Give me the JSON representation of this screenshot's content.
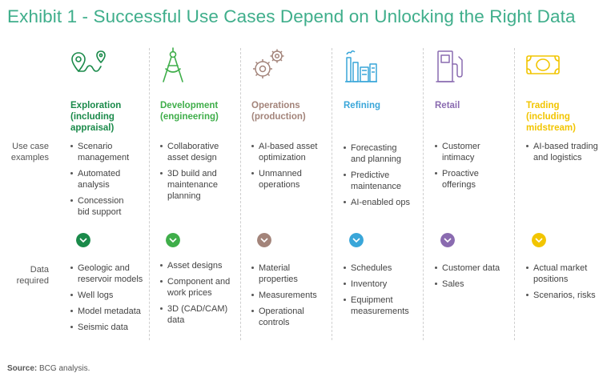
{
  "title": "Exhibit 1 - Successful Use Cases Depend on Unlocking the Right Data",
  "row_labels": {
    "use_case": [
      "Use case",
      "examples"
    ],
    "data": [
      "Data",
      "required"
    ]
  },
  "columns": [
    {
      "title": [
        "Exploration",
        "(including",
        "appraisal)"
      ],
      "color": "#1a8a4a",
      "icon": "map-pin-route-icon",
      "use_cases": [
        [
          "Scenario",
          "management"
        ],
        [
          "Automated",
          "analysis"
        ],
        [
          "Concession",
          "bid support"
        ]
      ],
      "data": [
        [
          "Geologic and",
          "reservoir models"
        ],
        [
          "Well logs"
        ],
        [
          "Model metadata"
        ],
        [
          "Seismic data"
        ]
      ]
    },
    {
      "title": [
        "Development",
        "(engineering)"
      ],
      "color": "#3fae4a",
      "icon": "drafting-compass-icon",
      "use_cases": [
        [
          "Collaborative",
          "asset design"
        ],
        [
          "3D build and",
          "maintenance",
          "planning"
        ]
      ],
      "data": [
        [
          "Asset designs"
        ],
        [
          "Component and",
          "work prices"
        ],
        [
          "3D (CAD/CAM)",
          "data"
        ]
      ]
    },
    {
      "title": [
        "Operations",
        "(production)"
      ],
      "color": "#a3847a",
      "icon": "gears-icon",
      "use_cases": [
        [
          "AI-based asset",
          "optimization"
        ],
        [
          "Unmanned",
          "operations"
        ]
      ],
      "data": [
        [
          "Material",
          "properties"
        ],
        [
          "Measurements"
        ],
        [
          "Operational",
          "controls"
        ]
      ]
    },
    {
      "title": [
        "Refining"
      ],
      "color": "#39a6d9",
      "icon": "refinery-icon",
      "use_cases": [
        [
          "Forecasting",
          "and planning"
        ],
        [
          "Predictive",
          "maintenance"
        ],
        [
          "AI-enabled ops"
        ]
      ],
      "data": [
        [
          "Schedules"
        ],
        [
          "Inventory"
        ],
        [
          "Equipment",
          "measurements"
        ]
      ]
    },
    {
      "title": [
        "Retail"
      ],
      "color": "#8a6bb0",
      "icon": "fuel-pump-icon",
      "use_cases": [
        [
          "Customer",
          "intimacy"
        ],
        [
          "Proactive",
          "offerings"
        ]
      ],
      "data": [
        [
          "Customer data"
        ],
        [
          "Sales"
        ]
      ]
    },
    {
      "title": [
        "Trading",
        "(including",
        "midstream)"
      ],
      "color": "#f2c500",
      "icon": "banknote-icon",
      "use_cases": [
        [
          "AI-based trading",
          "and logistics"
        ]
      ],
      "data": [
        [
          "Actual market",
          "positions"
        ],
        [
          "Scenarios, risks"
        ]
      ]
    }
  ],
  "source": {
    "label": "Source:",
    "text": "BCG analysis."
  }
}
